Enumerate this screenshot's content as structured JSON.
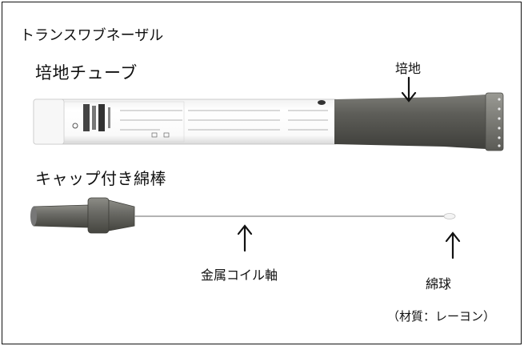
{
  "title": "トランスワブネーザル",
  "labels": {
    "medium_tube": "培地チューブ",
    "medium": "培地",
    "capped_swab": "キャップ付き綿棒",
    "metal_coil_shaft": "金属コイル軸",
    "cotton_bud": "綿球",
    "material_note": "（材質：レーヨン）"
  },
  "icons": {
    "arrow_down": "arrow-down-icon",
    "arrow_up": "arrow-up-icon"
  },
  "colors": {
    "tube_body": "#ffffff",
    "medium_grey": "#5a5a55",
    "cap_grey": "#6b6b66",
    "outline": "#111111"
  }
}
